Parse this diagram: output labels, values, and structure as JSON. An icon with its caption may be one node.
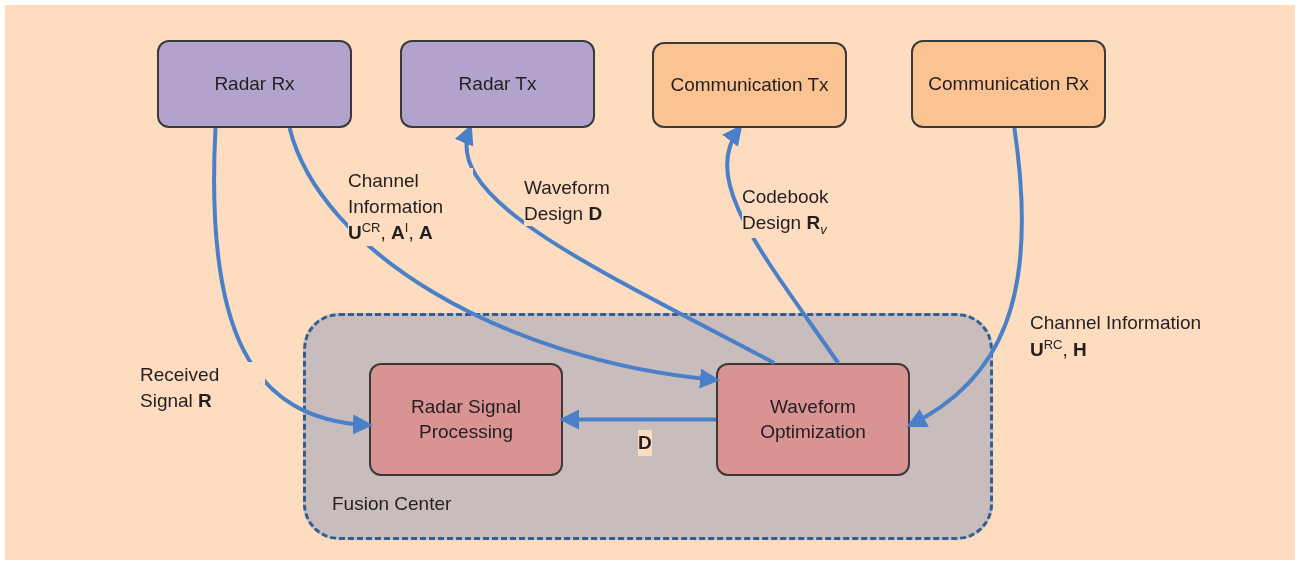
{
  "diagram": {
    "nodes": [
      {
        "text": [
          "Radar Rx"
        ]
      },
      {
        "text": [
          "Radar Tx"
        ]
      },
      {
        "text": [
          "Communication Tx"
        ]
      },
      {
        "text": [
          "Communication Rx"
        ]
      },
      {
        "text": [
          "Fusion Center"
        ]
      },
      {
        "text": [
          "Radar Signal Processing"
        ],
        "in": 4
      },
      {
        "text": [
          "Waveform Optimization"
        ],
        "in": 4
      }
    ],
    "edges": [
      {
        "from": 0,
        "to": 5,
        "arrow": "to",
        "label": "Received Signal **R**"
      },
      {
        "from": 0,
        "to": 6,
        "arrow": "to",
        "label": "Channel Information **U**$^{CR}$, **A**$^{I}$, **A**"
      },
      {
        "from": 6,
        "to": 1,
        "arrow": "to",
        "label": "Waveform Design **D**"
      },
      {
        "from": 6,
        "to": 2,
        "arrow": "to",
        "label": "Codebook Design **R**$_{v}$"
      },
      {
        "from": 3,
        "to": 6,
        "arrow": "to",
        "label": "Channel Information **U**$^{RC}$, **H**"
      },
      {
        "from": 6,
        "to": 5,
        "arrow": "to",
        "label": "**D**"
      }
    ]
  }
}
